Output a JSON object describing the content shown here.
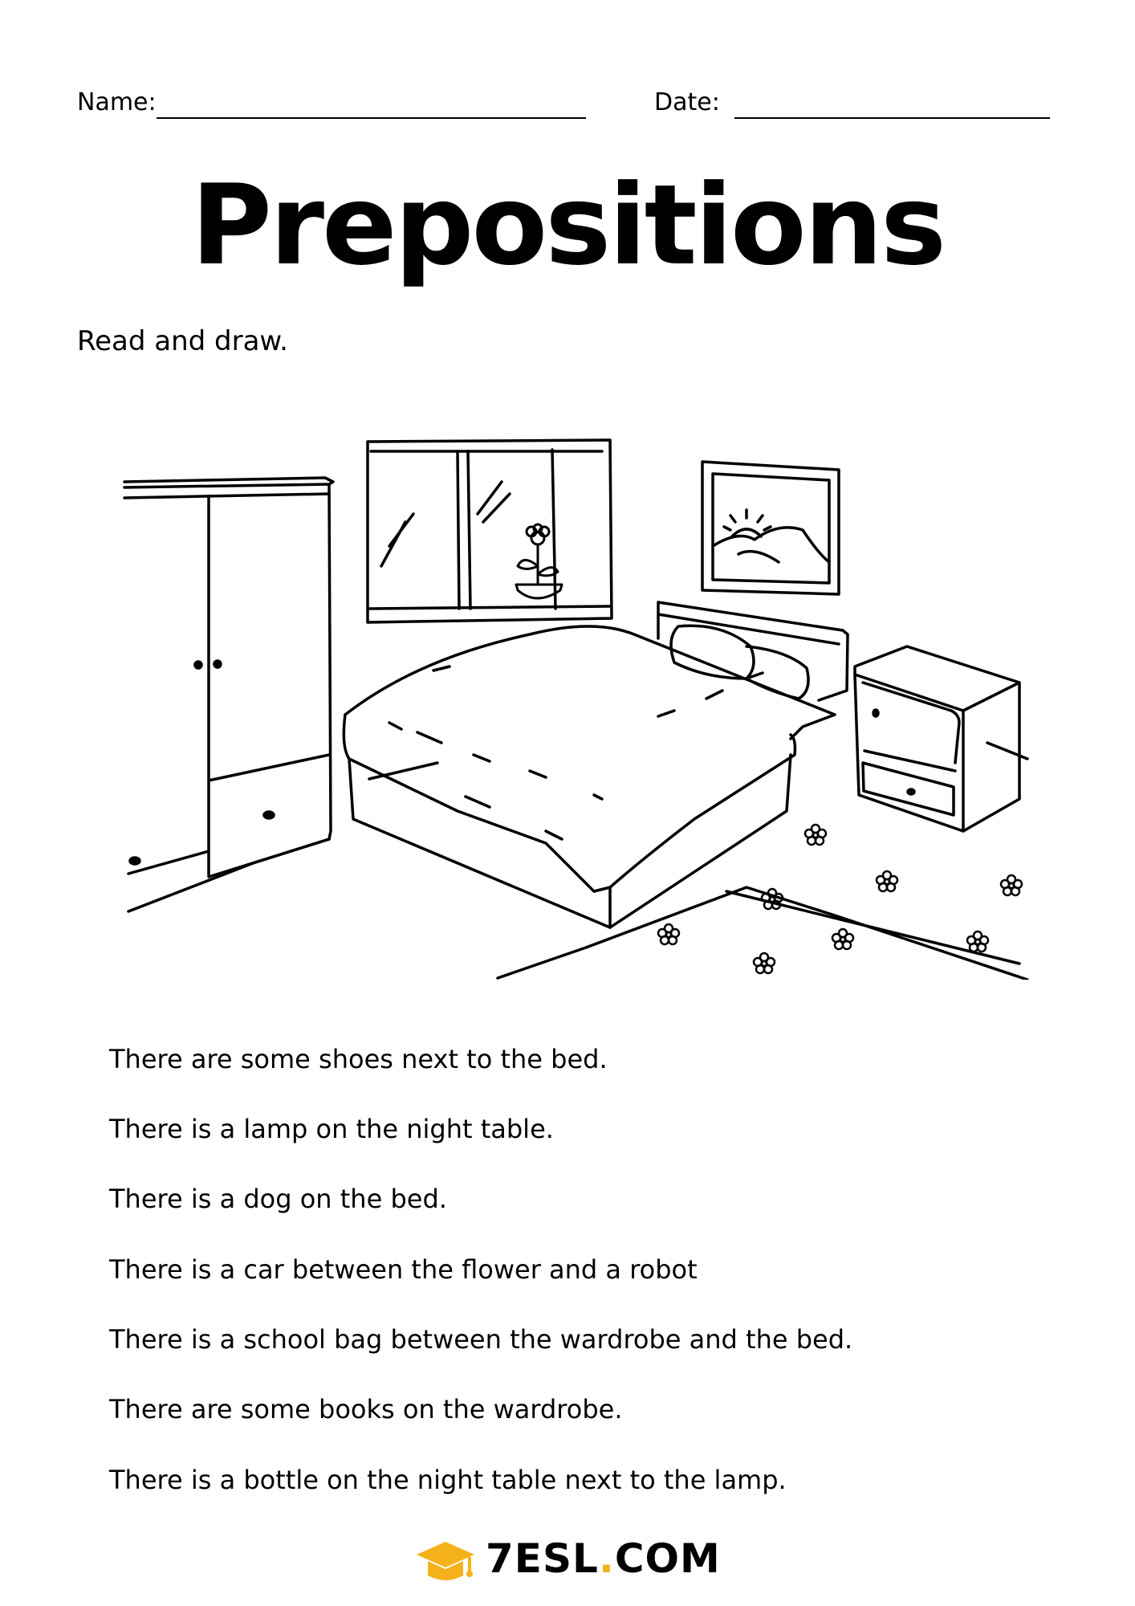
{
  "header": {
    "name_label": "Name:",
    "date_label": "Date:"
  },
  "title": "Prepositions",
  "instruction": "Read and draw.",
  "illustration": {
    "icons": [
      "wardrobe-icon",
      "window-icon",
      "flower-pot-icon",
      "picture-frame-icon",
      "bed-icon",
      "night-table-icon",
      "small-flower-icon"
    ]
  },
  "sentences": [
    "There are some shoes next to the bed.",
    "There is a lamp on the night table.",
    "There is a dog on the bed.",
    "There is a car between the flower and a robot",
    "There is a school bag between the wardrobe and the bed.",
    "There are some books on the wardrobe.",
    "There is a bottle on the night table next to the lamp."
  ],
  "logo": {
    "part1": "7ESL",
    "dot": ".",
    "part2": "COM",
    "accent_color": "#f5b21b"
  }
}
